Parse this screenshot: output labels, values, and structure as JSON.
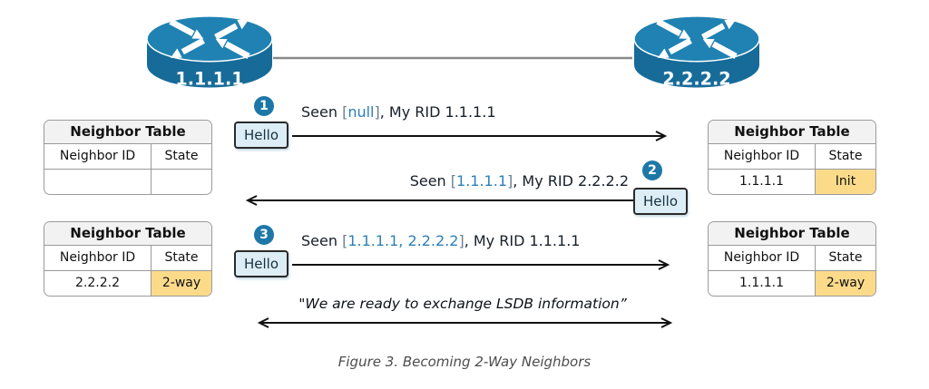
{
  "figure": {
    "caption": "Figure 3. Becoming 2-Way Neighbors"
  },
  "topology": {
    "routers": [
      {
        "id": "router-1",
        "label": "1.1.1.1"
      },
      {
        "id": "router-2",
        "label": "2.2.2.2"
      }
    ],
    "link": "ethernet-segment"
  },
  "neighbor_tables": {
    "left_top": {
      "title": "Neighbor Table",
      "col_id": "Neighbor ID",
      "col_state": "State",
      "row": {
        "neighbor_id": "",
        "state": "",
        "highlight": false
      }
    },
    "left_bottom": {
      "title": "Neighbor Table",
      "col_id": "Neighbor ID",
      "col_state": "State",
      "row": {
        "neighbor_id": "2.2.2.2",
        "state": "2-way",
        "highlight": true
      }
    },
    "right_top": {
      "title": "Neighbor Table",
      "col_id": "Neighbor ID",
      "col_state": "State",
      "row": {
        "neighbor_id": "1.1.1.1",
        "state": "Init",
        "highlight": true
      }
    },
    "right_bottom": {
      "title": "Neighbor Table",
      "col_id": "Neighbor ID",
      "col_state": "State",
      "row": {
        "neighbor_id": "1.1.1.1",
        "state": "2-way",
        "highlight": true
      }
    }
  },
  "messages": {
    "msg1": {
      "step": "1",
      "label": "Hello",
      "direction": "left-to-right",
      "prefix": "Seen ",
      "open_bracket": "[",
      "seen": "null",
      "close_bracket": "]",
      "rest": ", My RID 1.1.1.1"
    },
    "msg2": {
      "step": "2",
      "label": "Hello",
      "direction": "right-to-left",
      "prefix": "Seen ",
      "open_bracket": "[",
      "seen": "1.1.1.1",
      "close_bracket": "]",
      "rest": ", My RID 2.2.2.2"
    },
    "msg3": {
      "step": "3",
      "label": "Hello",
      "direction": "left-to-right",
      "prefix": "Seen ",
      "open_bracket": "[",
      "seen": "1.1.1.1, 2.2.2.2",
      "close_bracket": "]",
      "rest": ", My RID 1.1.1.1"
    }
  },
  "summary": {
    "text": "\"We are ready to exchange LSDB information”"
  },
  "icons": {
    "router": "cisco-router-cylinder-with-crossing-arrows",
    "step_badge": "numbered-blue-circle"
  },
  "colors": {
    "router_top": "#1f82b2",
    "router_body": "#166b99",
    "badge_blue": "#1d78a8",
    "hello_fill": "#dcedf5",
    "hello_border": "#2a2a2a",
    "state_highlight": "#fbdb8a",
    "table_header_bg": "#f2f2f2",
    "table_border": "#9a9a9a",
    "rid_blue": "#2c7fb8",
    "bracket_gray": "#6b7f90",
    "text_dark": "#171f28",
    "arrow_black": "#111111",
    "link_gray": "#8a8a8a",
    "caption_gray": "#4d4d4d"
  }
}
